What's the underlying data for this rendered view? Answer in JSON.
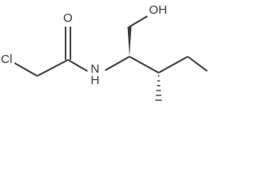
{
  "atoms": {
    "chlorine": "Cl",
    "carbonyl_oxygen": "O",
    "amide_nitrogen": "N",
    "amide_hydrogen": "H",
    "hydroxyl": "OH"
  },
  "colors": {
    "bond": "#3a3a3a",
    "text": "#3a3a3a",
    "background": "#ffffff"
  }
}
